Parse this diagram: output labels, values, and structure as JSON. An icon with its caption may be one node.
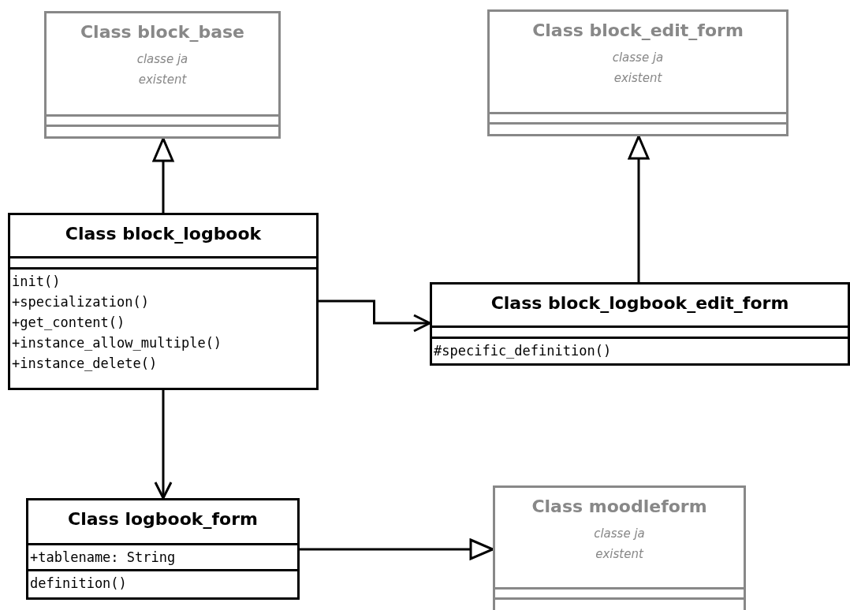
{
  "diagram": {
    "nodes": [
      {
        "text": [
          "Class block_base",
          "classe ja existent"
        ]
      },
      {
        "text": [
          "Class block_edit_form",
          "classe ja existent"
        ]
      },
      {
        "text": [
          "Class block_logbook",
          "init()",
          "+specialization()",
          "+get_content()",
          "+instance_allow_multiple()",
          "+instance_delete()"
        ]
      },
      {
        "text": [
          "Class block_logbook_edit_form",
          "#specific_definition()"
        ]
      },
      {
        "text": [
          "Class logbook_form",
          "+tablename: String",
          "definition()"
        ]
      },
      {
        "text": [
          "Class moodleform",
          "classe ja existent"
        ]
      }
    ],
    "edges": [
      {
        "from": 2,
        "to": 0,
        "arrow": "to"
      },
      {
        "from": 3,
        "to": 1,
        "arrow": "to"
      },
      {
        "from": 2,
        "to": 3,
        "arrow": "to"
      },
      {
        "from": 2,
        "to": 4,
        "arrow": "to"
      },
      {
        "from": 4,
        "to": 5,
        "arrow": "to"
      }
    ]
  }
}
